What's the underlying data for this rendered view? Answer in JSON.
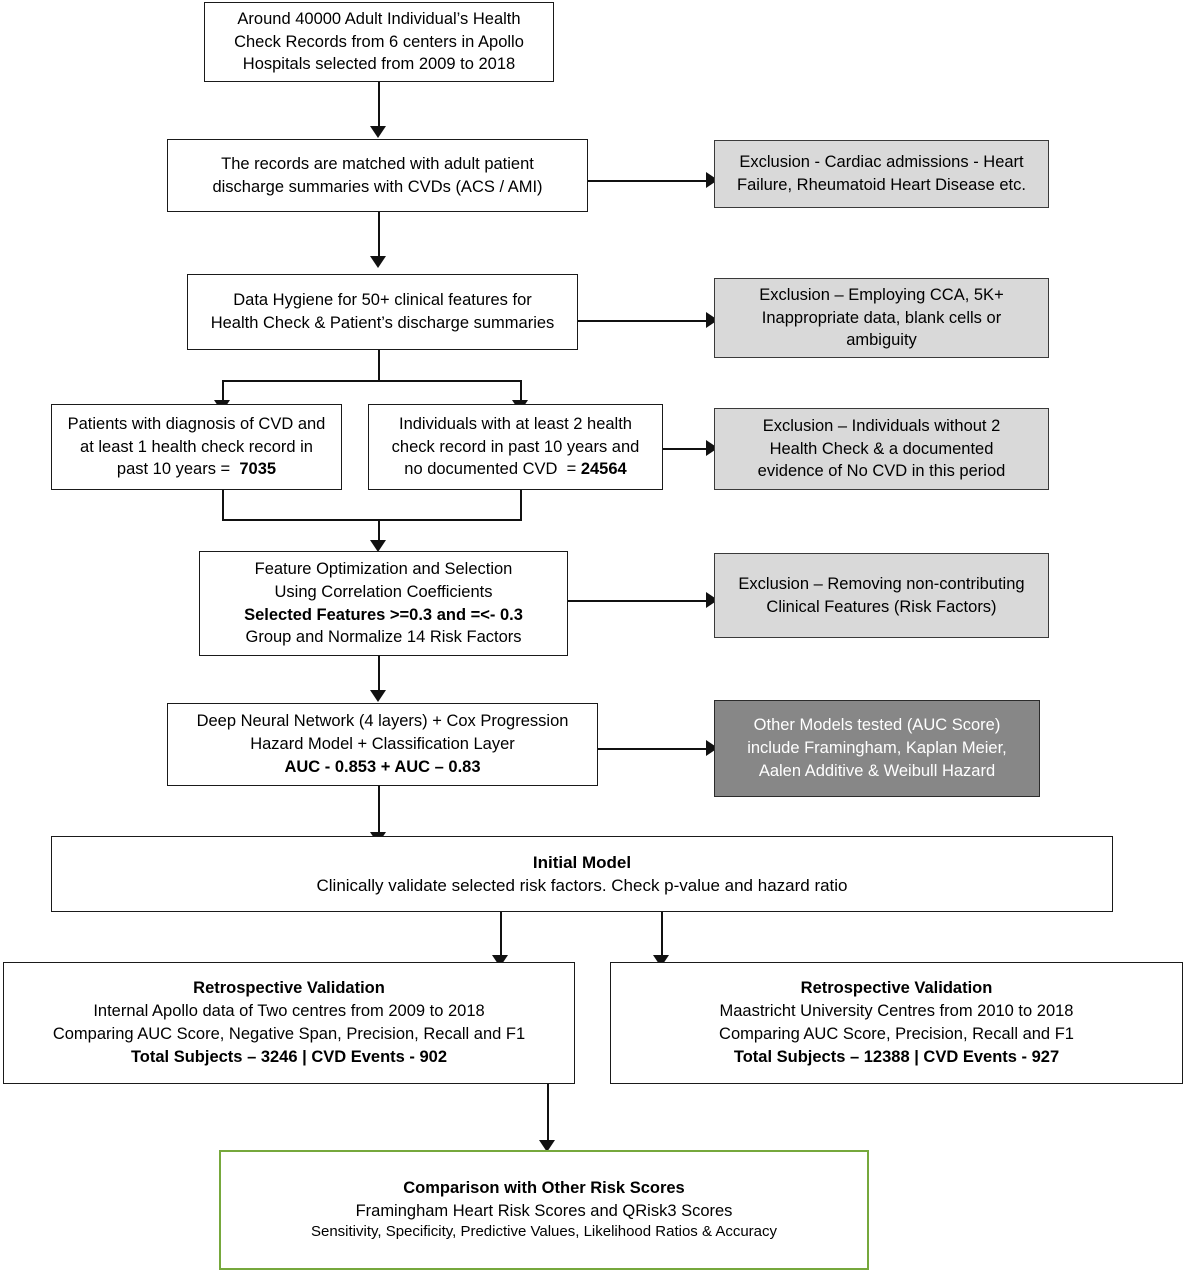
{
  "diagram": {
    "title": "CVD risk prediction study flowchart",
    "colors": {
      "exclusion_fill": "#d9d9d9",
      "other_models_fill": "#878787",
      "final_border": "#76a83c",
      "line": "#111111"
    },
    "nodes": {
      "source_records": {
        "lines": [
          "Around 40000 Adult Individual’s Health",
          "Check Records from 6 centers in Apollo",
          "Hospitals selected from 2009 to 2018"
        ]
      },
      "matched_records": {
        "lines": [
          "The records are matched with adult patient",
          "discharge summaries with CVDs (ACS / AMI)"
        ]
      },
      "exclusion_cardiac": {
        "lines": [
          "Exclusion -  Cardiac admissions - Heart",
          "Failure, Rheumatoid Heart Disease etc."
        ]
      },
      "data_hygiene": {
        "lines": [
          "Data Hygiene for 50+ clinical features for",
          "Health Check  & Patient’s discharge summaries"
        ]
      },
      "exclusion_cca": {
        "lines": [
          "Exclusion – Employing CCA, 5K+",
          "Inappropriate data, blank cells or",
          "ambiguity"
        ]
      },
      "cvd_cohort": {
        "lines": [
          "Patients with diagnosis of CVD and",
          "at least 1 health check  record in",
          "past 10 years  =   7035"
        ],
        "bold_tail": "7035"
      },
      "no_cvd_cohort": {
        "lines": [
          "Individuals with at least 2 health",
          "check record in past 10 years and",
          "no documented CVD  =  24564"
        ],
        "bold_tail": "24564"
      },
      "exclusion_individuals": {
        "lines": [
          "Exclusion – Individuals without 2",
          "Health Check & a documented",
          "evidence of No CVD in this period"
        ]
      },
      "feature_optimization": {
        "lines": [
          "Feature Optimization and Selection",
          "Using Correlation Coefficients",
          "Selected Features >=0.3 and =<- 0.3",
          "Group and Normalize 14 Risk Factors"
        ],
        "bold_line_index": 2
      },
      "exclusion_features": {
        "lines": [
          "Exclusion – Removing non-contributing",
          "Clinical Features (Risk Factors)"
        ]
      },
      "model": {
        "lines": [
          "Deep Neural Network (4 layers) + Cox Progression",
          "Hazard Model +  Classification Layer",
          "AUC - 0.853 + AUC – 0.83"
        ],
        "bold_line_index": 2
      },
      "other_models": {
        "lines": [
          "Other Models tested (AUC Score)",
          "include Framingham, Kaplan Meier,",
          "Aalen Additive & Weibull Hazard"
        ]
      },
      "initial_model": {
        "lines": [
          "Initial Model",
          "Clinically validate selected risk factors. Check p-value and hazard ratio"
        ],
        "bold_line_index": 0
      },
      "validation_internal": {
        "lines": [
          "Retrospective Validation",
          "Internal Apollo data of Two centres from 2009 to 2018",
          "Comparing AUC Score, Negative Span, Precision, Recall and F1",
          "Total Subjects – 3246 | CVD Events - 902"
        ],
        "bold_line_indices": [
          0,
          3
        ]
      },
      "validation_maastricht": {
        "lines": [
          "Retrospective Validation",
          "Maastricht University Centres from 2010 to 2018",
          "Comparing AUC Score, Precision, Recall and F1",
          "Total Subjects – 12388 | CVD Events - 927"
        ],
        "bold_line_indices": [
          0,
          3
        ]
      },
      "comparison": {
        "lines": [
          "Comparison with Other Risk Scores",
          "Framingham Heart Risk Scores and QRisk3 Scores",
          "Sensitivity, Specificity, Predictive Values, Likelihood Ratios & Accuracy"
        ],
        "bold_line_index": 0
      }
    }
  }
}
